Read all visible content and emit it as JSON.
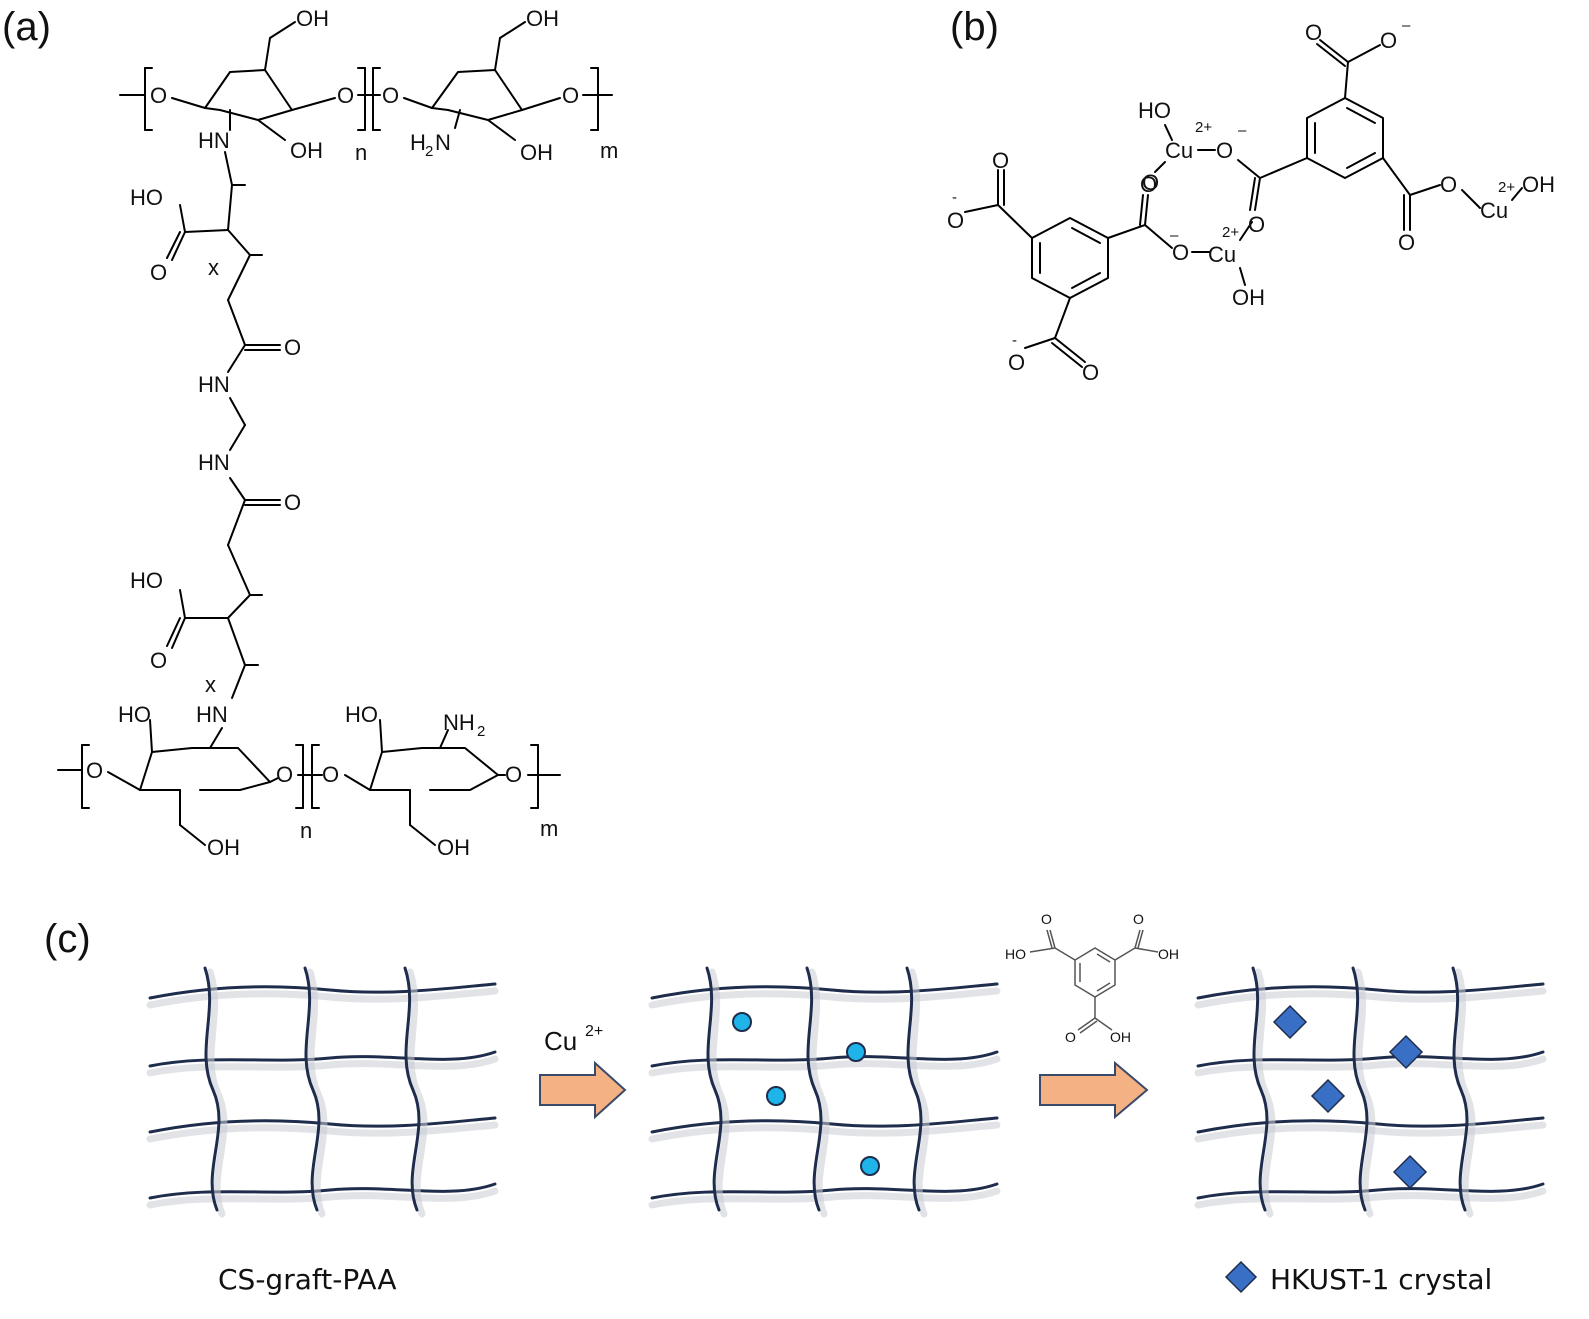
{
  "panels": {
    "a": "(a)",
    "b": "(b)",
    "c": "(c)"
  },
  "panel_a": {
    "top_left_unit": {
      "oh_top": "OH",
      "o_left": "O",
      "o_right": "O",
      "hn": "HN",
      "oh_bottom": "OH",
      "subscript": "n"
    },
    "top_right_unit": {
      "oh_top": "OH",
      "o_left": "O",
      "o_right": "O",
      "h2n": "H",
      "h2n_sub": "2",
      "h2n_n": "N",
      "oh_bottom": "OH",
      "subscript": "m"
    },
    "chain": {
      "ho_1": "HO",
      "o_1": "O",
      "x_1": "x",
      "amide_o_1": "O",
      "hn_1": "HN",
      "hn_2": "HN",
      "amide_o_2": "O",
      "ho_2": "HO",
      "o_2": "O",
      "x_2": "x",
      "hn_3": "HN"
    },
    "bottom_left_unit": {
      "ho": "HO",
      "o_left": "O",
      "o_right": "O",
      "oh": "OH",
      "subscript": "n"
    },
    "bottom_right_unit": {
      "ho": "HO",
      "nh2": "NH",
      "nh2_sub": "2",
      "o_left": "O",
      "o_right": "O",
      "oh": "OH",
      "subscript": "m"
    }
  },
  "panel_b": {
    "charges": {
      "minus": "–",
      "minus_small": "-"
    },
    "labels": {
      "o": "O",
      "ho": "HO",
      "oh": "OH",
      "cu": "Cu",
      "cu_charge": "2+"
    }
  },
  "panel_c": {
    "step1_reagent": "Cu",
    "step1_reagent_charge": "2+",
    "btc_labels": {
      "ho": "HO",
      "oh": "OH",
      "o": "O"
    },
    "caption_left": "CS-graft-PAA",
    "legend_label": "HKUST-1 crystal",
    "colors": {
      "network": "#1f2d4d",
      "arrow_fill": "#f4b183",
      "arrow_stroke": "#3a4a6b",
      "cu_dot": "#1eb4ea",
      "crystal": "#3a6fc6"
    }
  }
}
